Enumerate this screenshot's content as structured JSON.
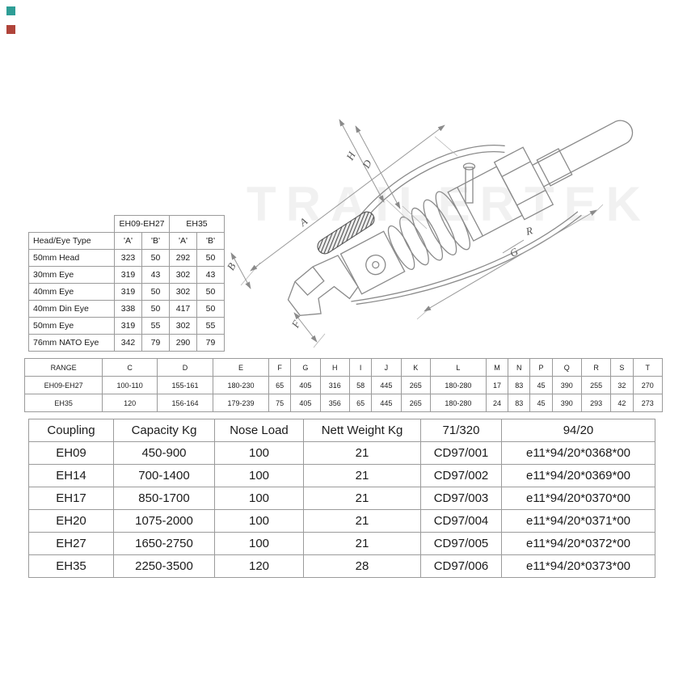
{
  "watermark": "TRAILERTEK",
  "drawing": {
    "labels": {
      "A": "A",
      "B": "B",
      "D": "D",
      "F": "F",
      "G": "G",
      "H": "H",
      "R": "R"
    }
  },
  "head_eye_table": {
    "group_headers": [
      "EH09-EH27",
      "EH35"
    ],
    "columns": [
      "Head/Eye Type",
      "'A'",
      "'B'",
      "'A'",
      "'B'"
    ],
    "rows": [
      [
        "50mm Head",
        "323",
        "50",
        "292",
        "50"
      ],
      [
        "30mm Eye",
        "319",
        "43",
        "302",
        "43"
      ],
      [
        "40mm Eye",
        "319",
        "50",
        "302",
        "50"
      ],
      [
        "40mm Din Eye",
        "338",
        "50",
        "417",
        "50"
      ],
      [
        "50mm Eye",
        "319",
        "55",
        "302",
        "55"
      ],
      [
        "76mm NATO Eye",
        "342",
        "79",
        "290",
        "79"
      ]
    ]
  },
  "range_table": {
    "columns": [
      "RANGE",
      "C",
      "D",
      "E",
      "F",
      "G",
      "H",
      "I",
      "J",
      "K",
      "L",
      "M",
      "N",
      "P",
      "Q",
      "R",
      "S",
      "T"
    ],
    "rows": [
      [
        "EH09-EH27",
        "100-110",
        "155-161",
        "180-230",
        "65",
        "405",
        "316",
        "58",
        "445",
        "265",
        "180-280",
        "17",
        "83",
        "45",
        "390",
        "255",
        "32",
        "270"
      ],
      [
        "EH35",
        "120",
        "156-164",
        "179-239",
        "75",
        "405",
        "356",
        "65",
        "445",
        "265",
        "180-280",
        "24",
        "83",
        "45",
        "390",
        "293",
        "42",
        "273"
      ]
    ]
  },
  "coupling_table": {
    "columns": [
      "Coupling",
      "Capacity Kg",
      "Nose Load",
      "Nett Weight Kg",
      "71/320",
      "94/20"
    ],
    "rows": [
      [
        "EH09",
        "450-900",
        "100",
        "21",
        "CD97/001",
        "e11*94/20*0368*00"
      ],
      [
        "EH14",
        "700-1400",
        "100",
        "21",
        "CD97/002",
        "e11*94/20*0369*00"
      ],
      [
        "EH17",
        "850-1700",
        "100",
        "21",
        "CD97/003",
        "e11*94/20*0370*00"
      ],
      [
        "EH20",
        "1075-2000",
        "100",
        "21",
        "CD97/004",
        "e11*94/20*0371*00"
      ],
      [
        "EH27",
        "1650-2750",
        "100",
        "21",
        "CD97/005",
        "e11*94/20*0372*00"
      ],
      [
        "EH35",
        "2250-3500",
        "120",
        "28",
        "CD97/006",
        "e11*94/20*0373*00"
      ]
    ]
  }
}
